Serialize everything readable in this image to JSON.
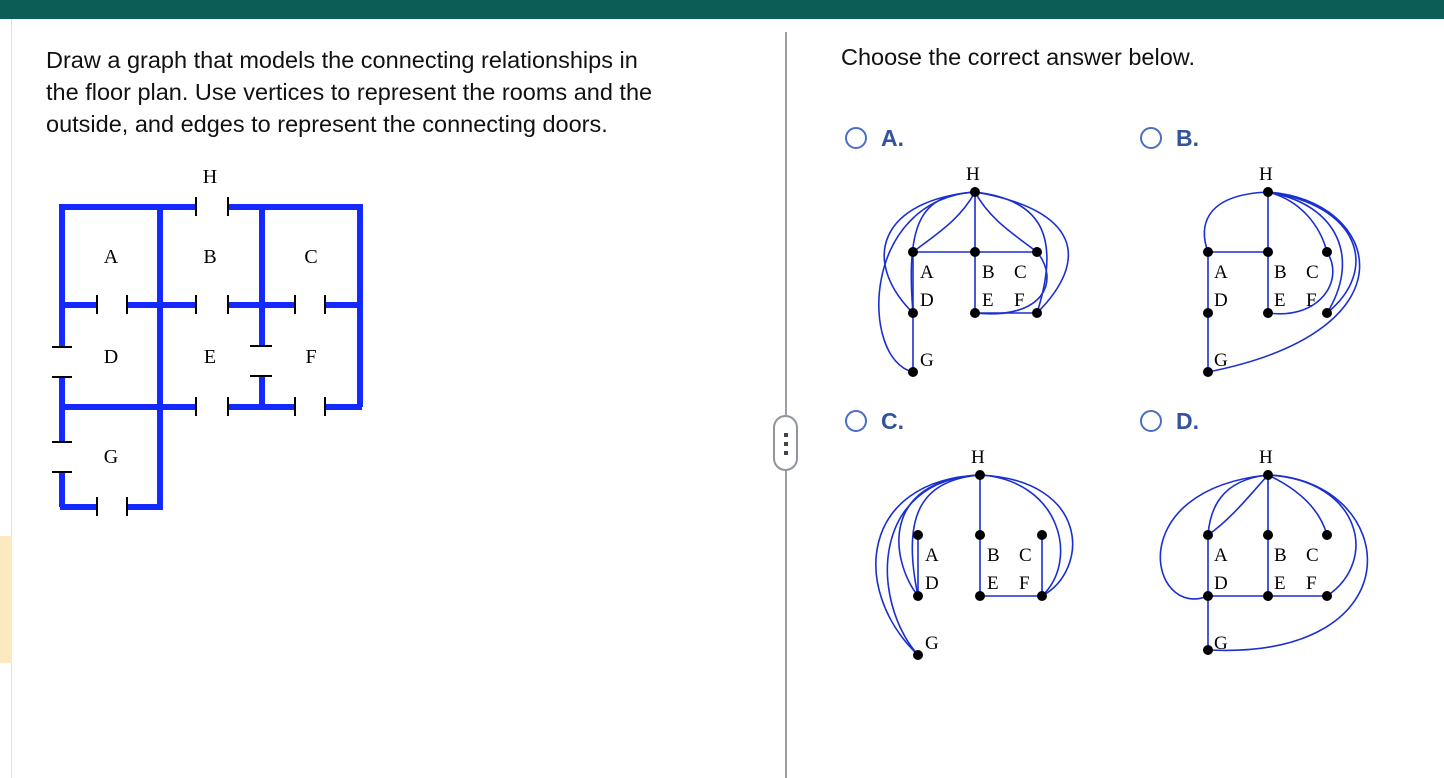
{
  "question": {
    "line1": "Draw a graph that models the connecting relationships in",
    "line2": "the floor plan. Use vertices to represent the rooms and the",
    "line3": "outside, and edges to represent the connecting doors."
  },
  "floor_plan": {
    "rooms": [
      "H",
      "A",
      "B",
      "C",
      "D",
      "E",
      "F",
      "G"
    ],
    "wall_color": "#1429ff"
  },
  "answer_prompt": "Choose the correct answer below.",
  "options": [
    {
      "letter": "A.",
      "vertices": [
        "H",
        "A",
        "D",
        "B",
        "C",
        "E",
        "F",
        "G"
      ],
      "selected": false
    },
    {
      "letter": "B.",
      "vertices": [
        "H",
        "A",
        "D",
        "B",
        "C",
        "E",
        "F",
        "G"
      ],
      "selected": false
    },
    {
      "letter": "C.",
      "vertices": [
        "H",
        "A",
        "D",
        "B",
        "C",
        "E",
        "F",
        "G"
      ],
      "selected": false
    },
    {
      "letter": "D.",
      "vertices": [
        "H",
        "A",
        "D",
        "B",
        "C",
        "E",
        "F",
        "G"
      ],
      "selected": false
    }
  ],
  "colors": {
    "header": "#0b5e55",
    "radio": "#4a6fc2",
    "option_letter": "#33549c",
    "edge": "#1a2fd0"
  },
  "icons": {
    "resize_handle": "grip-dots-icon"
  }
}
